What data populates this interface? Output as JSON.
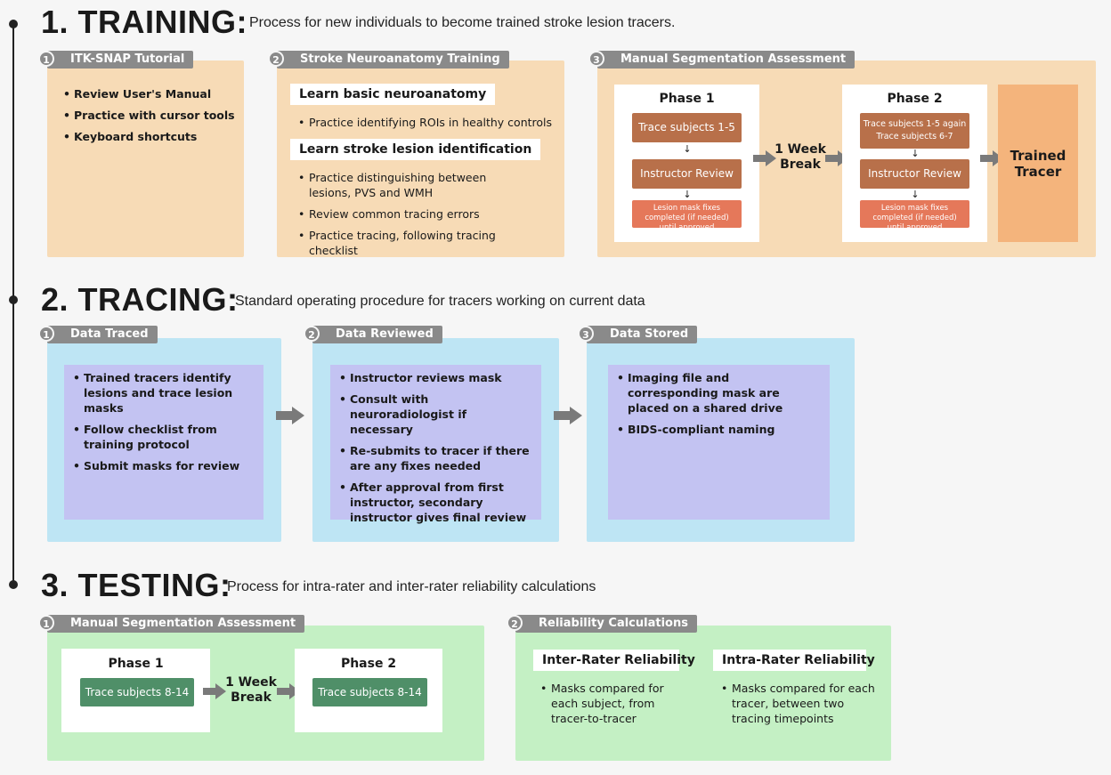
{
  "training": {
    "title": "1. TRAINING:",
    "subtitle": "Process for new individuals to become trained stroke lesion tracers.",
    "step1": {
      "num": "1",
      "label": "ITK-SNAP Tutorial",
      "items": [
        "Review User's Manual",
        "Practice with cursor tools",
        "Keyboard shortcuts"
      ]
    },
    "step2": {
      "num": "2",
      "label": "Stroke Neuroanatomy Training",
      "header1": "Learn basic neuroanatomy",
      "items1": [
        "Practice identifying ROIs in healthy controls"
      ],
      "header2": "Learn stroke lesion identification",
      "items2": [
        "Practice distinguishing between lesions, PVS and WMH",
        "Review common tracing errors",
        "Practice tracing, following tracing checklist"
      ]
    },
    "step3": {
      "num": "3",
      "label": "Manual Segmentation Assessment",
      "phase1": {
        "title": "Phase 1",
        "box1": "Trace subjects 1-5",
        "box2": "Instructor Review",
        "box3": "Lesion mask fixes completed (if needed) until approved"
      },
      "break": "1 Week Break",
      "phase2": {
        "title": "Phase 2",
        "box1a": "Trace subjects 1-5 again",
        "box1b": "Trace subjects 6-7",
        "box2": "Instructor Review",
        "box3": "Lesion mask fixes completed (if needed) until approved"
      },
      "result": "Trained Tracer"
    }
  },
  "tracing": {
    "title": "2. TRACING:",
    "subtitle": "Standard operating procedure for tracers working on current data",
    "step1": {
      "num": "1",
      "label": "Data Traced",
      "items": [
        "Trained tracers identify lesions and trace lesion masks",
        "Follow checklist from training protocol",
        "Submit masks for review"
      ]
    },
    "step2": {
      "num": "2",
      "label": "Data Reviewed",
      "items": [
        "Instructor reviews mask",
        "Consult with neuroradiologist if necessary",
        "Re-submits to tracer if there are any fixes needed",
        "After approval from first instructor, secondary instructor gives final review"
      ]
    },
    "step3": {
      "num": "3",
      "label": "Data Stored",
      "items": [
        "Imaging file and corresponding mask are placed on a shared drive",
        "BIDS-compliant naming"
      ]
    }
  },
  "testing": {
    "title": "3. TESTING:",
    "subtitle": "Process for intra-rater and inter-rater reliability calculations",
    "step1": {
      "num": "1",
      "label": "Manual Segmentation Assessment",
      "phase1": {
        "title": "Phase 1",
        "box": "Trace subjects 8-14"
      },
      "break": "1 Week Break",
      "phase2": {
        "title": "Phase 2",
        "box": "Trace subjects 8-14"
      }
    },
    "step2": {
      "num": "2",
      "label": "Reliability Calculations",
      "inter": {
        "title": "Inter-Rater Reliability",
        "items": [
          "Masks compared for each subject, from tracer-to-tracer"
        ]
      },
      "intra": {
        "title": "Intra-Rater Reliability",
        "items": [
          "Masks compared for each tracer, between two tracing timepoints"
        ]
      }
    }
  },
  "colors": {
    "orange": "#f7dbb6",
    "blue": "#bee5f4",
    "green": "#c4f0c4",
    "purple": "#c3c3f2",
    "tab": "#8a8a8a"
  }
}
